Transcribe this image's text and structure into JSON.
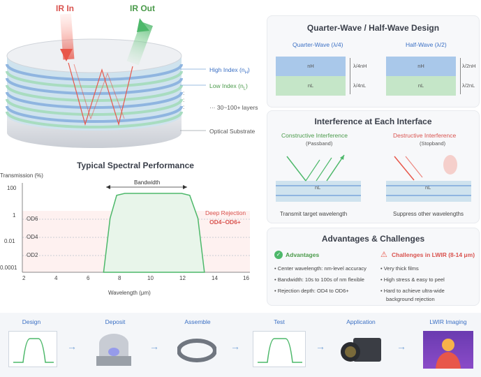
{
  "stack": {
    "ir_in": "IR In",
    "ir_out": "IR Out",
    "high_index_text": "High Index (n",
    "high_index_sub": "H",
    "low_index_text": "Low Index (n",
    "low_index_sub": "L",
    "layers": "30~100+ layers",
    "substrate": "Optical Substrate"
  },
  "qw": {
    "title": "Quarter-Wave / Half-Wave Design",
    "qw_label": "Quarter-Wave (λ/4)",
    "hw_label": "Half-Wave (λ/2)",
    "nh": "nH",
    "nl": "nL",
    "qw_h": "λ/4nH",
    "qw_l": "λ/4nL",
    "hw_h": "λ/2nH",
    "hw_l": "λ/2nL"
  },
  "interference": {
    "title": "Interference at Each Interface",
    "constructive": "Constructive Interference",
    "passband": "(Passband)",
    "destructive": "Destructive Interference",
    "stopband": "(Stopband)",
    "nl": "nL",
    "transmit": "Transmit target wavelength",
    "suppress": "Suppress other wavelengths"
  },
  "spectral": {
    "title": "Typical Spectral Performance",
    "ylabel": "Transmission (%)",
    "xlabel": "Wavelength (μm)",
    "bandwidth": "Bandwidth",
    "deep_rejection": "Deep Rejection",
    "od_range": "OD4~OD6+",
    "y_ticks": [
      "100",
      "1",
      "0.01",
      "0.0001"
    ],
    "od_labels": [
      "OD6",
      "OD4",
      "OD2"
    ],
    "x_ticks": [
      "2",
      "4",
      "6",
      "8",
      "10",
      "12",
      "14",
      "16"
    ]
  },
  "chart_data": {
    "type": "line",
    "title": "Typical Spectral Performance",
    "xlabel": "Wavelength (μm)",
    "ylabel": "Transmission (%)",
    "xlim": [
      2,
      16
    ],
    "y_scale": "log",
    "ylim": [
      0.0001,
      100
    ],
    "series": [
      {
        "x": [
          7.0,
          7.4,
          7.8,
          8.3,
          11.8,
          12.3,
          12.8,
          13.2
        ],
        "y": [
          0.0001,
          1,
          50,
          70,
          70,
          50,
          1,
          0.0001
        ]
      }
    ]
  },
  "advantages": {
    "title": "Advantages & Challenges",
    "adv_title": "Advantages",
    "chal_title": "Challenges in LWIR (8-14 μm)",
    "adv_items": [
      "Center wavelength: nm-level accuracy",
      "Bandwidth: 10s to 100s of nm flexible",
      "Rejection depth: OD4 to OD6+"
    ],
    "chal_items": [
      "Very thick films",
      "High stress & easy to peel",
      "Hard to achieve ultra-wide",
      "background rejection"
    ]
  },
  "flow": {
    "steps": [
      "Design",
      "Deposit",
      "Assemble",
      "Test",
      "Application",
      "LWIR Imaging"
    ]
  },
  "colors": {
    "accent_blue": "#3a6fc4",
    "green": "#4a9a4a",
    "red": "#d9534f"
  }
}
